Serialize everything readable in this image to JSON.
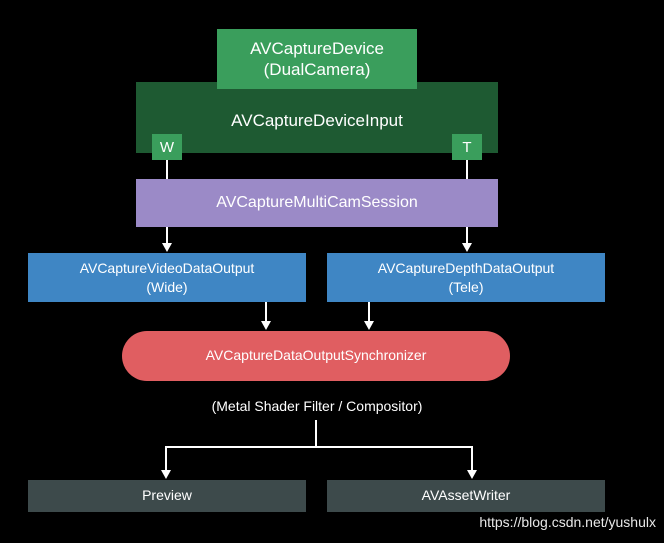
{
  "device": {
    "line1": "AVCaptureDevice",
    "line2": "(DualCamera)"
  },
  "device_input": {
    "label": "AVCaptureDeviceInput",
    "port_wide": "W",
    "port_tele": "T"
  },
  "session": {
    "label": "AVCaptureMultiCamSession"
  },
  "outputs": [
    {
      "line1": "AVCaptureVideoDataOutput",
      "line2": "(Wide)"
    },
    {
      "line1": "AVCaptureDepthDataOutput",
      "line2": "(Tele)"
    }
  ],
  "synchronizer": {
    "label": "AVCaptureDataOutputSynchronizer"
  },
  "filter_note": "(Metal Shader Filter / Compositor)",
  "sinks": [
    {
      "label": "Preview"
    },
    {
      "label": "AVAssetWriter"
    }
  ],
  "watermark": "https://blog.csdn.net/yushulx",
  "colors": {
    "background": "#000000",
    "device": "#3a9e5c",
    "device_input": "#1e5a32",
    "session": "#9b8ac7",
    "output": "#3f86c4",
    "synchronizer": "#e05e61",
    "sink": "#3d4a4b",
    "connector": "#ffffff"
  }
}
